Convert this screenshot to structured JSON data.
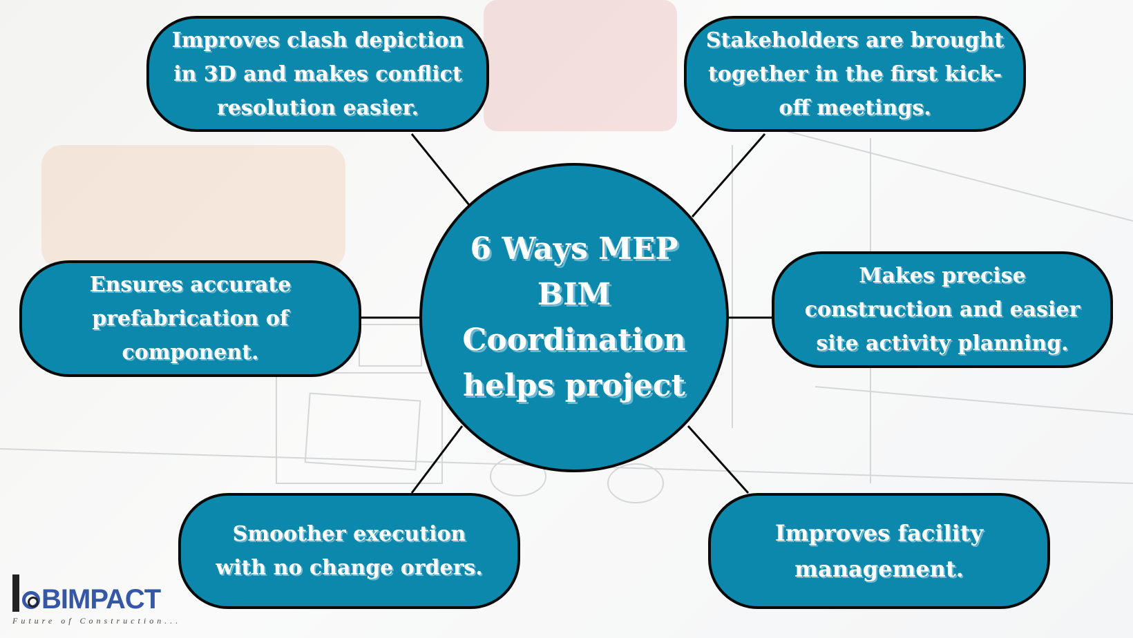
{
  "title": "6 Ways MEP BIM Coordination helps project",
  "benefits": [
    "Improves clash depiction in 3D and makes conflict resolution easier.",
    "Stakeholders are brought together in the first kick-off meetings.",
    "Ensures accurate prefabrication of component.",
    "Makes precise construction and easier site activity planning.",
    "Smoother execution with no change orders.",
    "Improves facility management."
  ],
  "logo": {
    "name": "BIMPACT",
    "tagline": "Future of Construction..."
  },
  "colors": {
    "accent": "#0b88ab",
    "border": "#0a0a0a",
    "logo": "#3557a6"
  }
}
